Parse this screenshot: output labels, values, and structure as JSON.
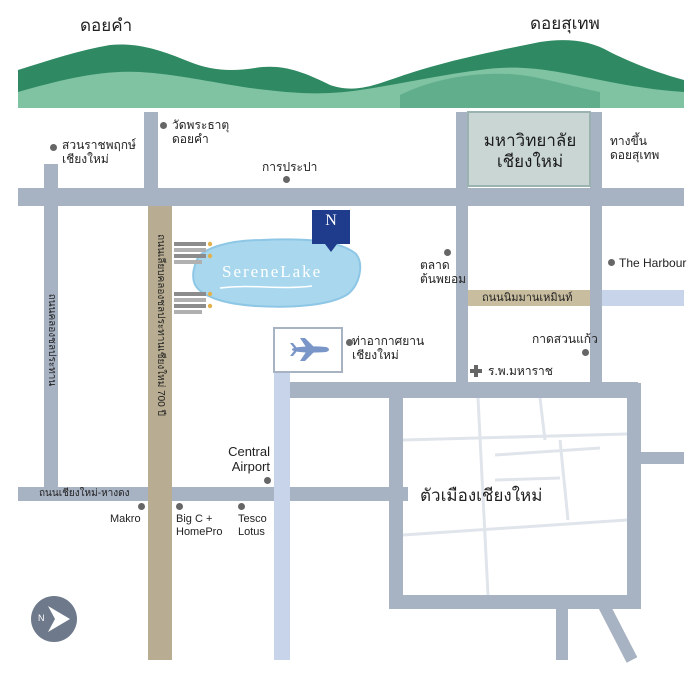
{
  "mountains": {
    "left": "ดอยคำ",
    "right": "ดอยสุเทพ"
  },
  "landmarks": {
    "suan_ratchaphruek": "สวนราชพฤกษ์\nเชียงใหม่",
    "wat_phra_that_doi_kham": "วัดพระธาตุ\nดอยคำ",
    "kan_prapa": "การประปา",
    "cmu": "มหาวิทยาลัย\nเชียงใหม่",
    "doi_suthep_entrance": "ทางขึ้น\nดอยสุเทพ",
    "ton_phayom_market": "ตลาด\nต้นพยอม",
    "the_harbour": "The Harbour",
    "nimman_road": "ถนนนิมมานเหมินท์",
    "kad_suan_kaew": "กาดสวนแก้ว",
    "maharaj_hospital": "ร.พ.มหาราช",
    "airport": "ท่าอากาศยาน\nเชียงใหม่",
    "central_airport": "Central\nAirport",
    "old_city": "ตัวเมืองเชียงใหม่",
    "makro": "Makro",
    "bigc_homepro": "Big C +\nHomePro",
    "tesco_lotus": "Tesco\nLotus"
  },
  "roads": {
    "chiangmai_700": "ถนนเลียบคลองชลประทานเชียงใหม่ 700 ปี",
    "klong_chonprathan": "ถนนคลองชลประทาน",
    "chiangmai_hangdong": "ถนนเชียงใหม่-หางดง"
  },
  "project": {
    "name": "SereneLake",
    "brand_letter": "N"
  },
  "compass": {
    "letter": "N"
  },
  "colors": {
    "mountain_dark": "#2f8a63",
    "mountain_light": "#7fc3a3",
    "road": "#a7b2c2",
    "main_road": "#b8ad92",
    "lake": "#a9d8ee",
    "airport_road": "#c8d4ea",
    "brand": "#1f3c8c"
  }
}
